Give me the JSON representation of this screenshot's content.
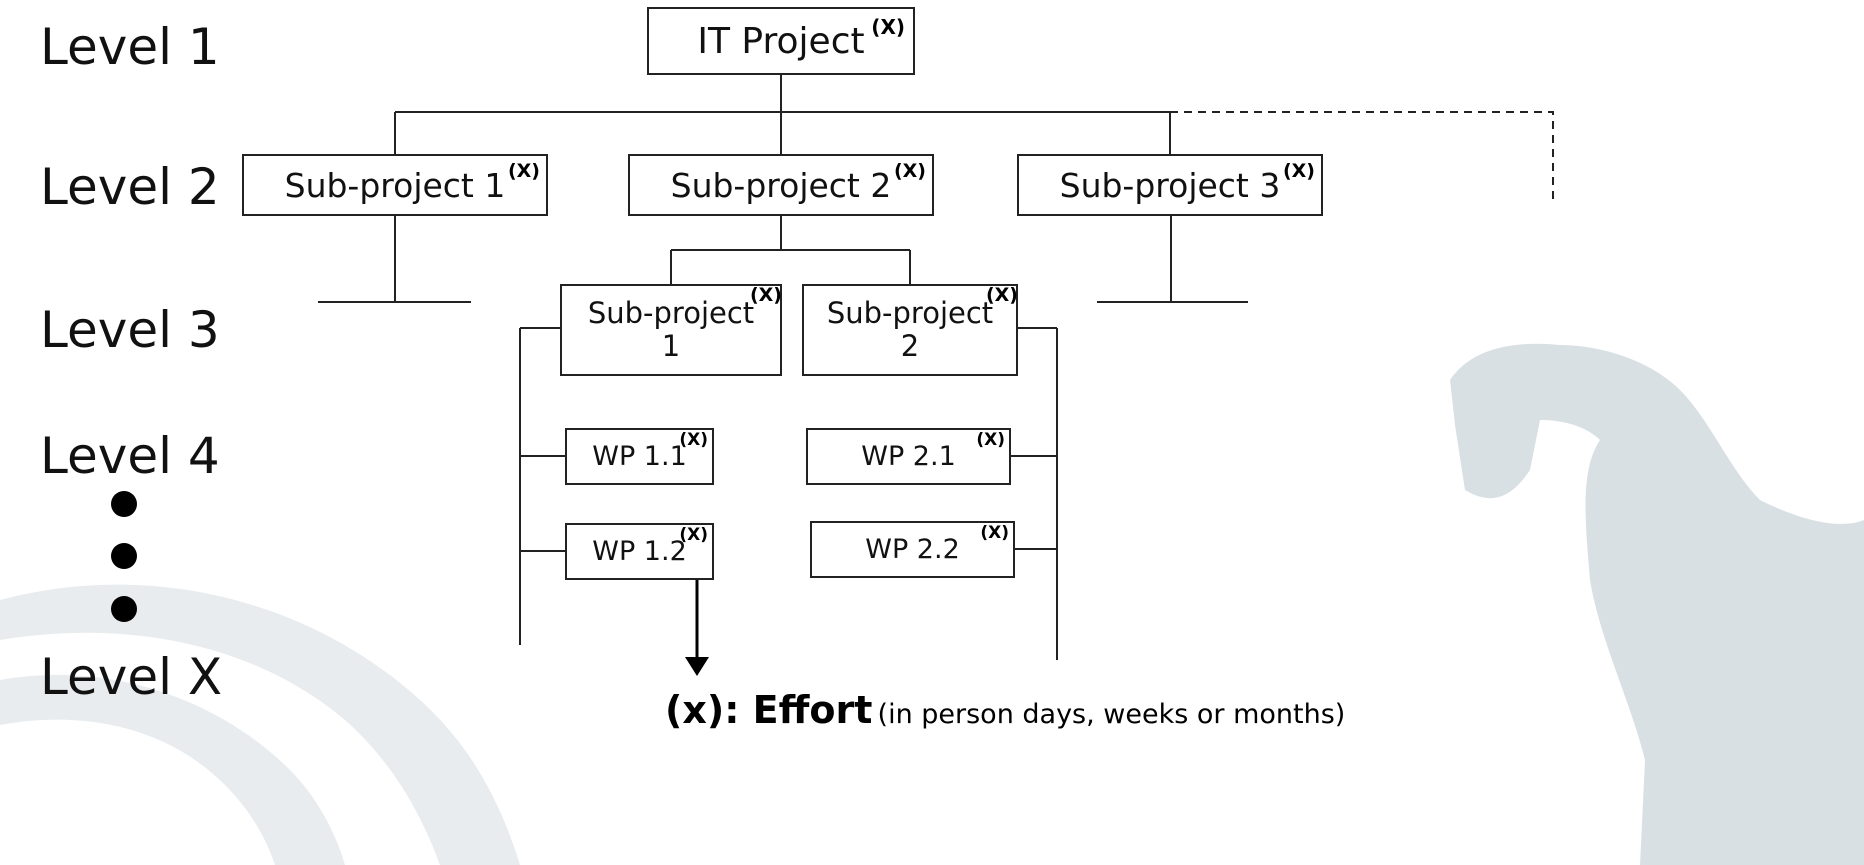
{
  "levels": [
    "Level 1",
    "Level 2",
    "Level 3",
    "Level 4",
    "Level X"
  ],
  "effort_marker": "(X)",
  "boxes": {
    "it_project": "IT Project",
    "sub_project_1": "Sub-project 1",
    "sub_project_2": "Sub-project 2",
    "sub_project_3": "Sub-project 3",
    "sub_sub_project_1": "Sub-project 1",
    "sub_sub_project_2": "Sub-project 2",
    "wp_1_1": "WP 1.1",
    "wp_1_2": "WP 1.2",
    "wp_2_1": "WP 2.1",
    "wp_2_2": "WP 2.2"
  },
  "legend": {
    "key": "(x): Effort",
    "note": "(in person days, weeks or months)"
  },
  "colors": {
    "line": "#222222",
    "background_shape": "#dfe5e8"
  }
}
